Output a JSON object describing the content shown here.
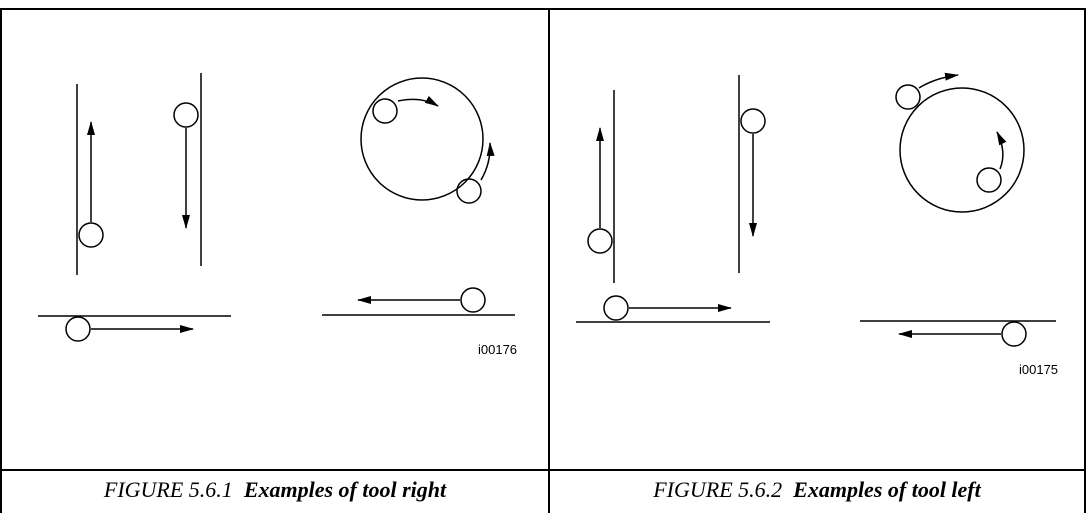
{
  "figures": [
    {
      "id": "i00176",
      "caption_number": "FIGURE 5.6.1",
      "caption_title": "Examples of tool right"
    },
    {
      "id": "i00175",
      "caption_number": "FIGURE 5.6.2",
      "caption_title": "Examples of tool left"
    }
  ]
}
